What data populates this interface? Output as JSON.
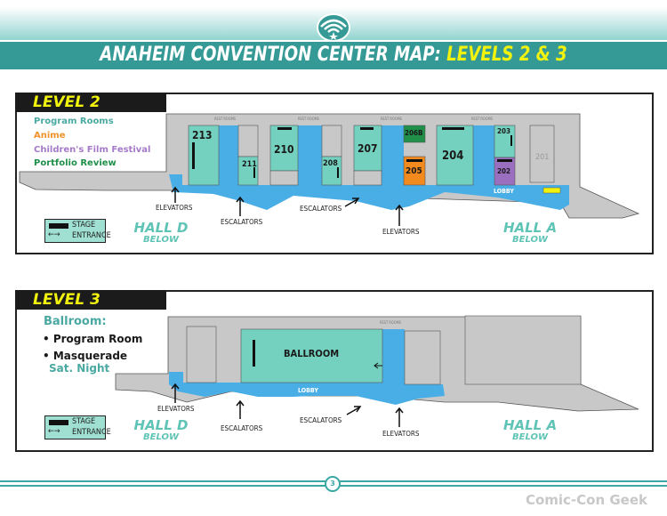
{
  "header": {
    "title_main": "ANAHEIM CONVENTION CENTER MAP:",
    "title_highlight": "LEVELS 2 & 3"
  },
  "level2": {
    "tag": "LEVEL 2",
    "legend": [
      {
        "label": "Program Rooms",
        "color": "#4aa9a2"
      },
      {
        "label": "Anime",
        "color": "#f0922a"
      },
      {
        "label": "Children's Film Festival",
        "color": "#a57bc9"
      },
      {
        "label": "Portfolio Review",
        "color": "#1f8f4a"
      }
    ],
    "rooms": {
      "r213": "213",
      "r211": "211",
      "r210": "210",
      "r208": "208",
      "r207": "207",
      "r206b": "206B",
      "r205": "205",
      "r204": "204",
      "r203": "203",
      "r202": "202",
      "r201": "201"
    },
    "restrooms": "REST ROOMS",
    "lobby": "LOBBY",
    "elevators": "ELEVATORS",
    "escalators": "ESCALATORS"
  },
  "level3": {
    "tag": "LEVEL 3",
    "ballroom_heading": "Ballroom:",
    "items": [
      "• Program Room",
      "• Masquerade"
    ],
    "sat_night": "Sat. Night",
    "ballroom": "BALLROOM",
    "restrooms": "REST ROOMS",
    "lobby": "LOBBY",
    "elevators": "ELEVATORS",
    "escalators": "ESCALATORS"
  },
  "key": {
    "stage": "STAGE",
    "entrance": "ENTRANCE",
    "arrows": "←→"
  },
  "halls": {
    "hall_d": "HALL D",
    "hall_a": "HALL A",
    "below": "BELOW"
  },
  "colors": {
    "program": "#74d1bf",
    "anime": "#f28a1e",
    "children": "#9b6fc0",
    "portfolio": "#1f8f4a",
    "corridor": "#4aaee6",
    "building": "#c8c8c8"
  },
  "footer": {
    "page": "3",
    "watermark": "Comic-Con Geek"
  }
}
